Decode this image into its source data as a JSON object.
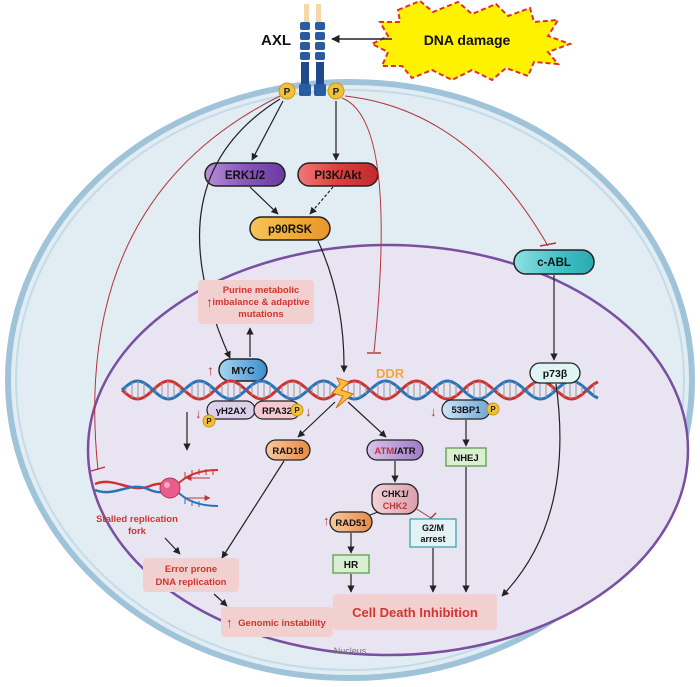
{
  "receptor": {
    "name": "AXL",
    "phospho_symbol": "P"
  },
  "damage": {
    "label": "DNA damage",
    "fill": "#fff200",
    "border": "#e0302a"
  },
  "kinases": {
    "erk": "ERK1/2",
    "pi3k": "PI3K/Akt",
    "p90rsk": "p90RSK",
    "cabl": "c-ABL",
    "p73b": "p73β",
    "myc": "MYC"
  },
  "purine_box": {
    "lines": [
      "Purine metabolic",
      "imbalance & adaptive",
      "mutations"
    ],
    "arrow": "↑"
  },
  "ddr": {
    "label": "DDR",
    "color": "#f2a933"
  },
  "dna_markers": {
    "h2ax": "γH2AX",
    "rpa32": "RPA32",
    "p53bp1": "53BP1",
    "phospho": "P"
  },
  "repair": {
    "rad18": "RAD18",
    "atm": "ATM",
    "atr": "/ATR",
    "chk1": "CHK1/",
    "chk2": "CHK2",
    "rad51": "RAD51",
    "hr": "HR",
    "g2m": [
      "G2/M",
      "arrest"
    ],
    "nhej": "NHEJ"
  },
  "fork": {
    "lines": [
      "Stalled replication",
      "fork"
    ]
  },
  "outcomes": {
    "error_prone": [
      "Error prone",
      "DNA replication"
    ],
    "genomic": "Genomic instability",
    "genomic_arrow": "↑",
    "cell_death": "Cell Death Inhibition"
  },
  "nucleus_label": "Nucleus",
  "colors": {
    "cell_fill": "#e2ecf3",
    "cell_border": "#9fc3d8",
    "nucleus_fill": "#e8e4f1",
    "nucleus_border": "#7a4fa0",
    "receptor_blue": "#2a5aa0",
    "phospho_yellow": "#f2c13c",
    "inhibit_red": "#b5333a",
    "outcome_pink": "#f2d0d0",
    "outcome_text": "#d0362f",
    "green_box": "#d9efd0",
    "teal_box": "#3fc0c5"
  }
}
